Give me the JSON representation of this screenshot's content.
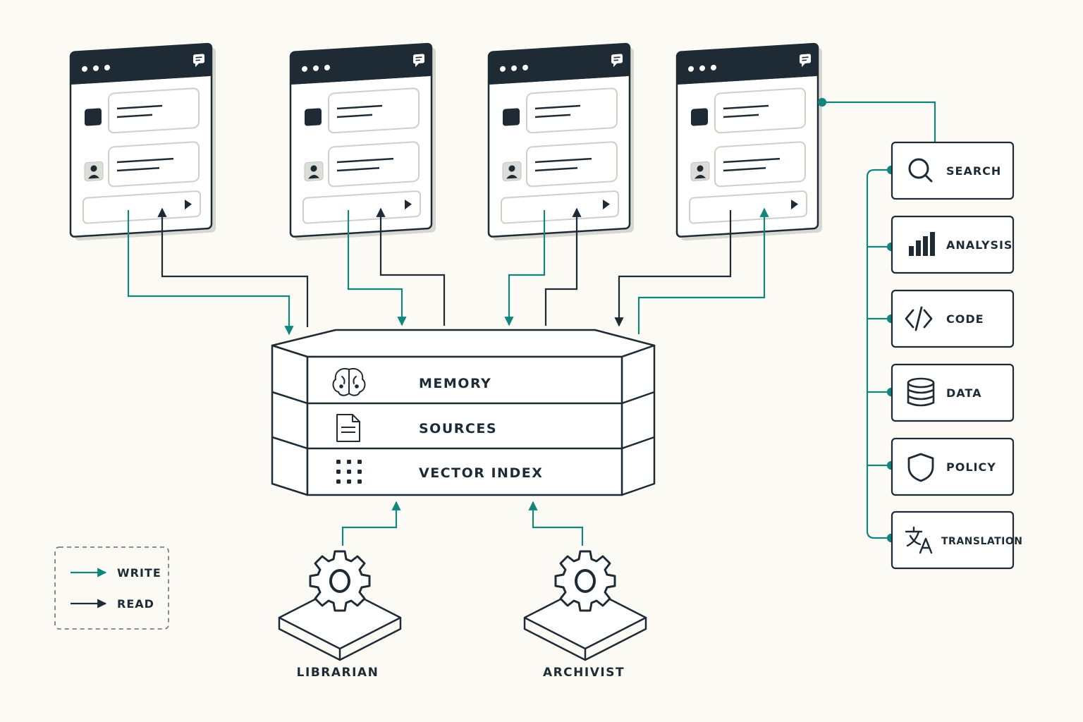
{
  "colors": {
    "ink": "#1f2b34",
    "teal": "#12857d",
    "background": "#fcfaf4",
    "panel": "#ffffff"
  },
  "memory_store": {
    "layers": [
      {
        "label": "MEMORY",
        "icon": "brain-icon"
      },
      {
        "label": "SOURCES",
        "icon": "document-icon"
      },
      {
        "label": "VECTOR INDEX",
        "icon": "dot-grid-icon"
      }
    ]
  },
  "chat_windows": [
    {
      "icon": "chat-bubble-icon"
    },
    {
      "icon": "chat-bubble-icon"
    },
    {
      "icon": "chat-bubble-icon"
    },
    {
      "icon": "chat-bubble-icon"
    }
  ],
  "tools": [
    {
      "label": "SEARCH",
      "icon": "search-icon"
    },
    {
      "label": "ANALYSIS",
      "icon": "bar-chart-icon"
    },
    {
      "label": "CODE",
      "icon": "code-icon"
    },
    {
      "label": "DATA",
      "icon": "database-icon"
    },
    {
      "label": "POLICY",
      "icon": "shield-icon"
    },
    {
      "label": "TRANSLATION",
      "icon": "translate-icon"
    }
  ],
  "agents": [
    {
      "label": "LIBRARIAN",
      "icon": "gear-icon"
    },
    {
      "label": "ARCHIVIST",
      "icon": "gear-icon"
    }
  ],
  "legend": {
    "write_label": "WRITE",
    "read_label": "READ"
  }
}
